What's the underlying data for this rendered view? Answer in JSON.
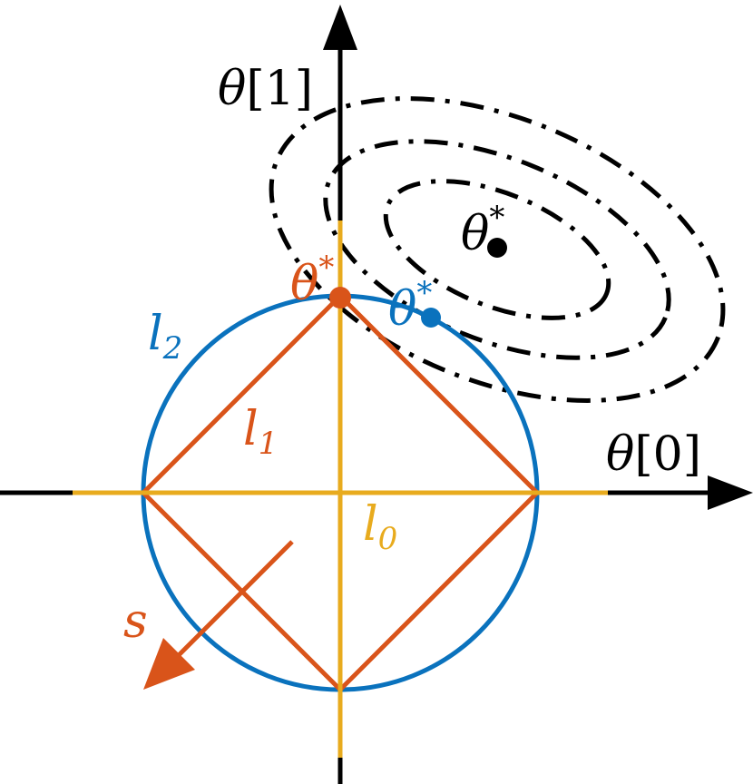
{
  "colors": {
    "axis": "#000000",
    "l0": "#E8AB1E",
    "l1": "#D9541A",
    "l2": "#0A72BD",
    "contour": "#000000"
  },
  "axes": {
    "x_label_var": "θ",
    "x_label_index": "0",
    "y_label_var": "θ",
    "y_label_index": "1"
  },
  "norms": {
    "l0": {
      "letter": "l",
      "subscript": "0"
    },
    "l1": {
      "letter": "l",
      "subscript": "1"
    },
    "l2": {
      "letter": "l",
      "subscript": "2"
    }
  },
  "optima": {
    "unconstrained": {
      "var": "θ",
      "sup": "*"
    },
    "l1_solution": {
      "var": "θ",
      "sup": "*"
    },
    "l2_solution": {
      "var": "θ",
      "sup": "*"
    }
  },
  "arrow_label": "s",
  "contours": {
    "count": 3,
    "style": "dash-dot"
  }
}
